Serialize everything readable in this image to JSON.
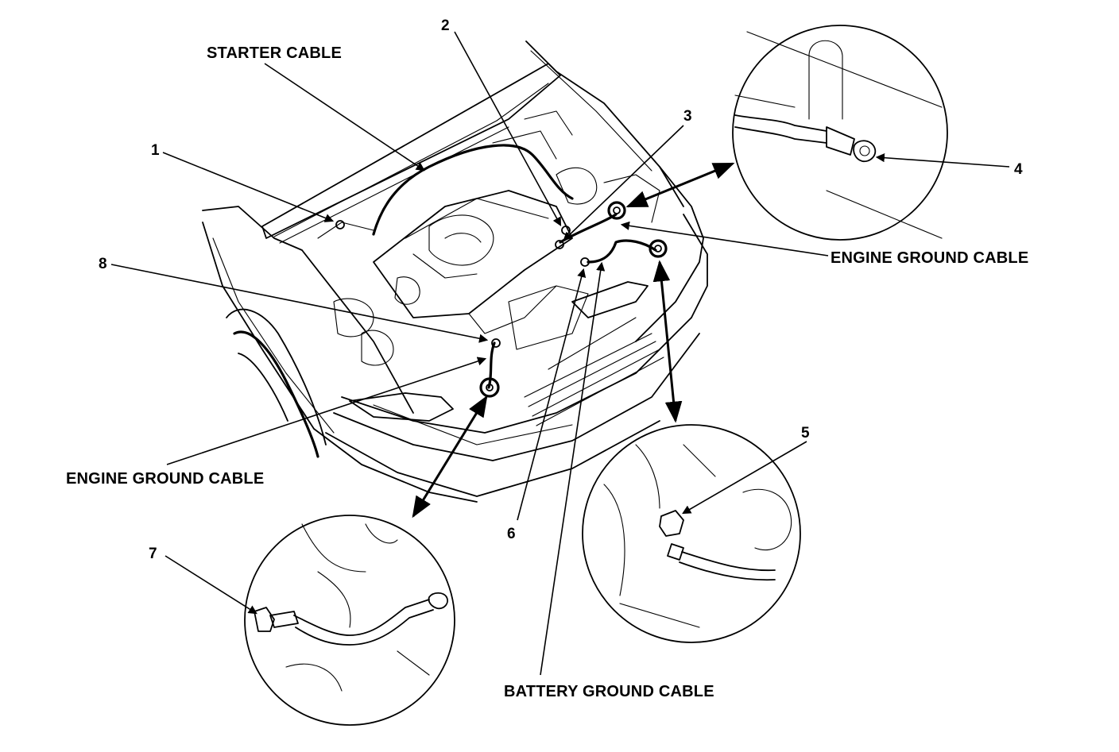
{
  "callouts": {
    "starter_cable": "STARTER CABLE",
    "engine_ground_cable_right": "ENGINE GROUND CABLE",
    "engine_ground_cable_left": "ENGINE GROUND CABLE",
    "battery_ground_cable": "BATTERY GROUND CABLE"
  },
  "numbers": {
    "n1": "1",
    "n2": "2",
    "n3": "3",
    "n4": "4",
    "n5": "5",
    "n6": "6",
    "n7": "7",
    "n8": "8"
  },
  "detail_views": [
    "bolt-4-detail",
    "nut-5-detail",
    "bolt-7-detail"
  ],
  "colors": {
    "ink": "#000000",
    "paper": "#ffffff"
  }
}
